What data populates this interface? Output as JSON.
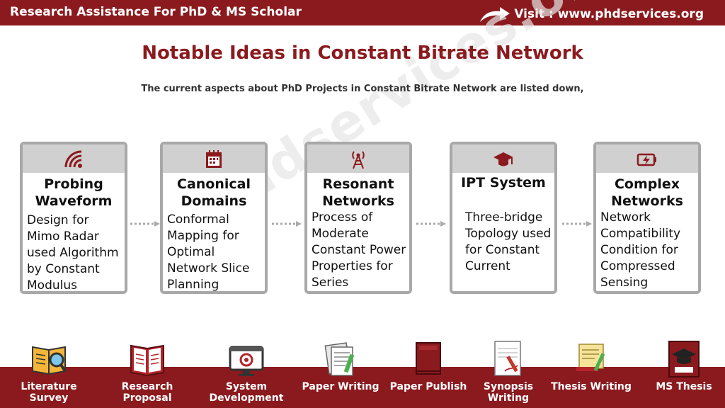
{
  "header": {
    "left_text": "Research Assistance For PhD & MS Scholar",
    "right_text": "Visit : www.phdservices.org"
  },
  "title": "Notable Ideas in Constant Bitrate Network",
  "subtitle": "The current aspects about PhD Projects in Constant Bitrate Network are listed down,",
  "watermark": "phdservices.org",
  "cards": [
    {
      "icon": "wifi-icon",
      "title": "Probing Waveform",
      "description": "Design for Mimo Radar used Algorithm by Constant Modulus"
    },
    {
      "icon": "calendar-icon",
      "title": "Canonical Domains",
      "description": "Conformal Mapping for Optimal Network Slice Planning"
    },
    {
      "icon": "antenna-icon",
      "title": "Resonant Networks",
      "description": "Process of Moderate Constant Power Properties for Series"
    },
    {
      "icon": "graduation-cap-icon",
      "title": "IPT System",
      "description": "Three-bridge Topology used for Constant Current"
    },
    {
      "icon": "battery-icon",
      "title": "Complex Networks",
      "description": "Network Compatibility Condition for Compressed Sensing"
    }
  ],
  "services": [
    {
      "icon": "literature-icon",
      "label": "Literature Survey"
    },
    {
      "icon": "book-icon",
      "label": "Research Proposal"
    },
    {
      "icon": "monitor-icon",
      "label": "System Development"
    },
    {
      "icon": "paper-writing-icon",
      "label": "Paper Writing"
    },
    {
      "icon": "paper-publish-icon",
      "label": "Paper Publish"
    },
    {
      "icon": "synopsis-icon",
      "label": "Synopsis Writing"
    },
    {
      "icon": "thesis-writing-icon",
      "label": "Thesis Writing"
    },
    {
      "icon": "ms-thesis-icon",
      "label": "MS Thesis"
    }
  ],
  "colors": {
    "brand": "#8b1a1e",
    "card_border": "#a8a8a8",
    "card_head": "#d0d0d0"
  }
}
